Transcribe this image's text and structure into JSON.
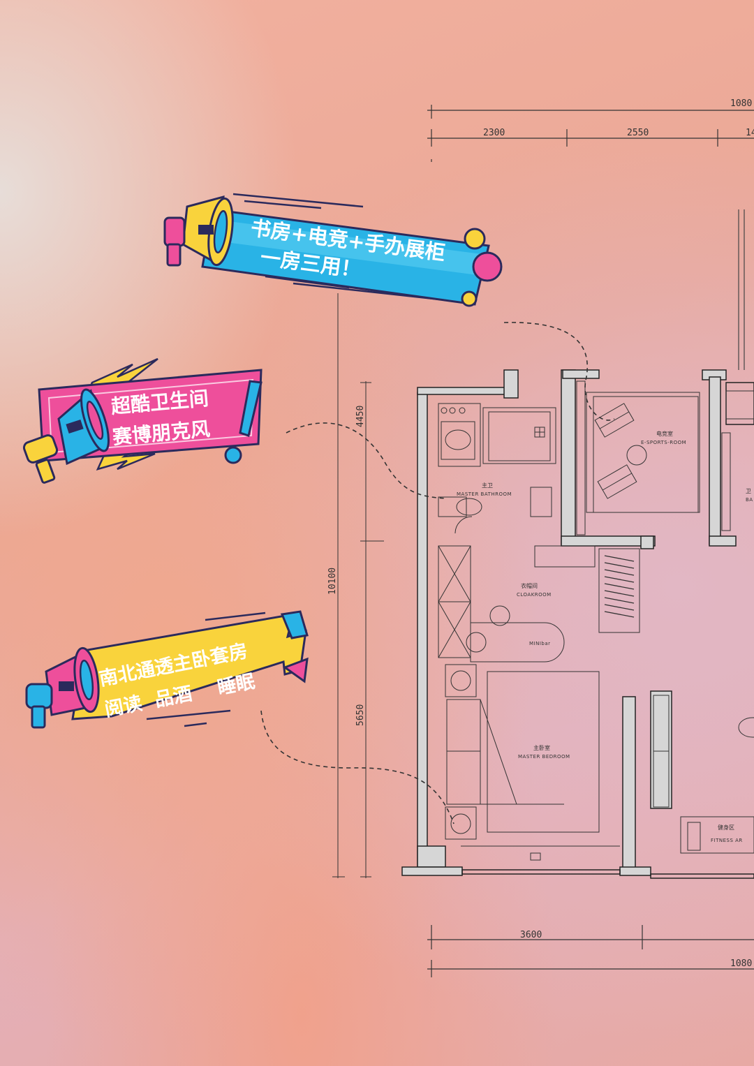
{
  "banners": {
    "study": {
      "line1": "书房+电竞+手办展柜",
      "line2": "一房三用！"
    },
    "bathroom": {
      "line1": "超酷卫生间",
      "line2": "赛博朋克风"
    },
    "bedroom": {
      "line1": "南北通透主卧套房",
      "line2": "阅读  品酒    睡眠"
    }
  },
  "dimensions": {
    "top_total": "1080",
    "top_a": "2300",
    "top_b": "2550",
    "top_c": "14",
    "left_a": "4450",
    "left_total": "10100",
    "left_b": "5650",
    "bottom_a": "3600",
    "bottom_total": "1080"
  },
  "rooms": {
    "esports": {
      "cn": "电竞室",
      "en": "E-SPORTS-ROOM"
    },
    "bath": {
      "cn": "主卫",
      "en": "MASTER BATHROOM"
    },
    "cloak": {
      "cn": "衣帽间",
      "en": "CLOAKROOM"
    },
    "minibar": {
      "en": "MINIbar"
    },
    "bedroom": {
      "cn": "主卧室",
      "en": "MASTER BEDROOM"
    },
    "fitness": {
      "cn": "健身区",
      "en": "FITNESS AR"
    },
    "right_partial": {
      "cn": "卫",
      "en": "BA"
    }
  },
  "colors": {
    "cyan": "#29b3e6",
    "pink": "#ee4f9b",
    "yellow": "#f9d33c",
    "navy": "#2b2a5c",
    "wall": "#d9d9d9"
  }
}
